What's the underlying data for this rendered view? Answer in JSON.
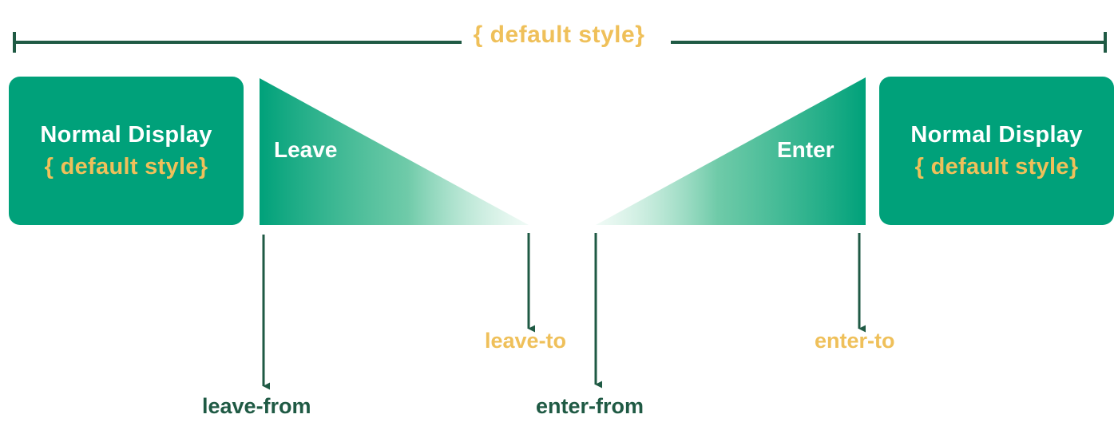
{
  "colors": {
    "green": "#00A17A",
    "dark_green": "#1F5A44",
    "gold": "#EFC05A",
    "white": "#FFFFFF"
  },
  "top_label": "{ default style}",
  "boxes": [
    {
      "title": "Normal Display",
      "subtitle": "{ default style}"
    },
    {
      "title": "Normal Display",
      "subtitle": "{ default style}"
    }
  ],
  "transitions": {
    "leave": "Leave",
    "enter": "Enter"
  },
  "steps": {
    "leave_from": "leave-from",
    "leave_to": "leave-to",
    "enter_from": "enter-from",
    "enter_to": "enter-to"
  }
}
